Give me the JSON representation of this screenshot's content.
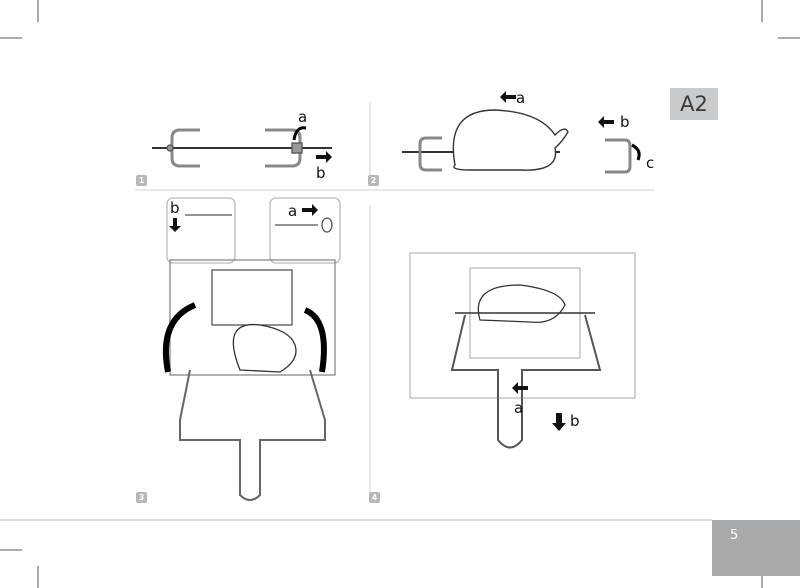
{
  "section_tab": "A2",
  "page_number": "5",
  "steps": [
    {
      "number": "1",
      "labels": [
        "a",
        "b"
      ]
    },
    {
      "number": "2",
      "labels": [
        "a",
        "b",
        "c"
      ]
    },
    {
      "number": "3",
      "labels": [
        "b",
        "a"
      ]
    },
    {
      "number": "4",
      "labels": [
        "a",
        "b"
      ]
    }
  ],
  "colors": {
    "tab": "#c9cacb",
    "page_box": "#a7a9ab",
    "badge": "#b5b7b9",
    "line": "#d0d0d0"
  }
}
